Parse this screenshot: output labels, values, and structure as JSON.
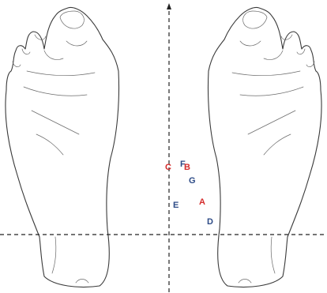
{
  "colors": {
    "red": "#d42b2b",
    "blue": "#2c4a86",
    "outline": "#3a3a3a",
    "axis": "#222222"
  },
  "points": [
    {
      "label": "C",
      "color": "red"
    },
    {
      "label": "F",
      "color": "blue"
    },
    {
      "label": "B",
      "color": "red"
    },
    {
      "label": "G",
      "color": "blue"
    },
    {
      "label": "A",
      "color": "red"
    },
    {
      "label": "E",
      "color": "blue"
    },
    {
      "label": "D",
      "color": "blue"
    }
  ]
}
